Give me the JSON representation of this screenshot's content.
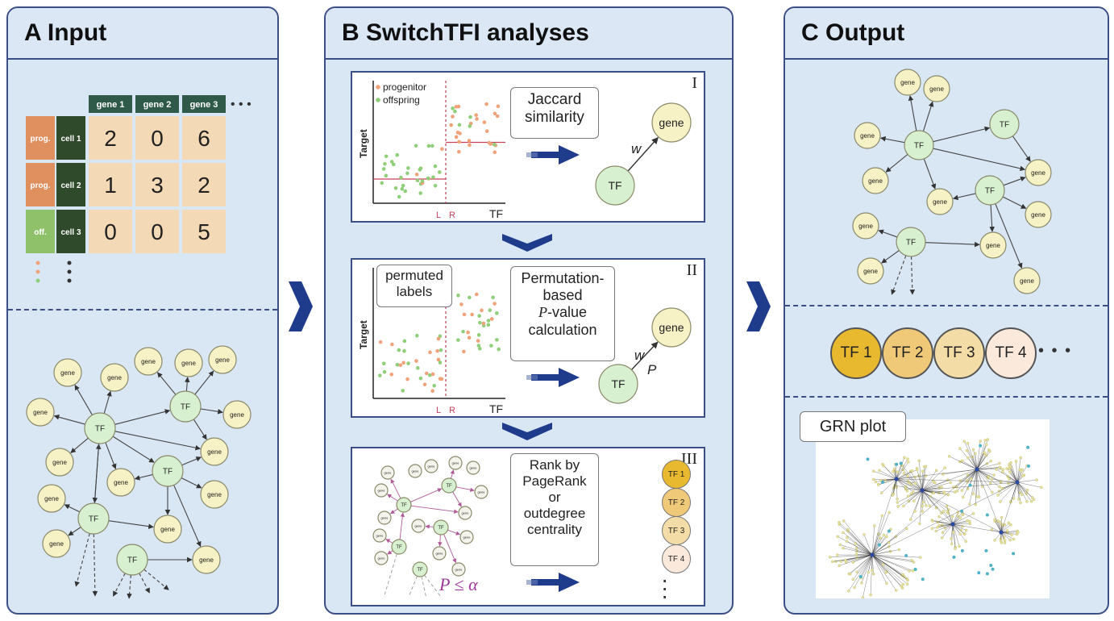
{
  "panels": {
    "input": {
      "title": "A Input"
    },
    "analyses": {
      "title": "B SwitchTFI analyses"
    },
    "output": {
      "title": "C Output"
    }
  },
  "matrix": {
    "genes": [
      "gene 1",
      "gene 2",
      "gene 3"
    ],
    "ellipsis": "• • •",
    "rows": [
      {
        "label": "prog.",
        "cell": "cell 1",
        "values": [
          "2",
          "0",
          "6"
        ]
      },
      {
        "label": "prog.",
        "cell": "cell 2",
        "values": [
          "1",
          "3",
          "2"
        ]
      },
      {
        "label": "off.",
        "cell": "cell 3",
        "values": [
          "0",
          "0",
          "5"
        ]
      }
    ]
  },
  "network_labels": {
    "tf": "TF",
    "gene": "gene"
  },
  "step1": {
    "roman": "I",
    "legend_progenitor": "progenitor",
    "legend_offspring": "offspring",
    "ylabel": "Target",
    "xlabel": "TF",
    "split_l": "L",
    "split_r": "R",
    "callout": "Jaccard\nsimilarity",
    "tf": "TF",
    "gene": "gene",
    "weight": "w"
  },
  "step2": {
    "roman": "II",
    "permuted": "permuted\nlabels",
    "ylabel": "Target",
    "xlabel": "TF",
    "split_l": "L",
    "split_r": "R",
    "callout_line1": "Permutation-",
    "callout_line2": "based",
    "callout_line3_p": "P",
    "callout_line3_rest": "-value",
    "callout_line4": "calculation",
    "tf": "TF",
    "gene": "gene",
    "weight": "w",
    "pval": "P"
  },
  "step3": {
    "roman": "III",
    "callout": "Rank by\nPageRank\nor\noutdegree\ncentrality",
    "threshold": "P ≤ α",
    "ranked": [
      "TF 1",
      "TF 2",
      "TF 3",
      "TF 4"
    ]
  },
  "output": {
    "ranked": [
      "TF 1",
      "TF 2",
      "TF 3",
      "TF 4"
    ],
    "ellipsis": "• • •",
    "grn_label": "GRN plot"
  },
  "colors": {
    "progenitor": "#f0a37a",
    "offspring": "#8fcf7a",
    "tf_fill": "#d7f0cf",
    "gene_fill": "#f7f1c6",
    "arrow": "#1f3b8c",
    "rank": [
      "#e8b82e",
      "#efc978",
      "#f3dca6",
      "#fbe9dc"
    ]
  }
}
